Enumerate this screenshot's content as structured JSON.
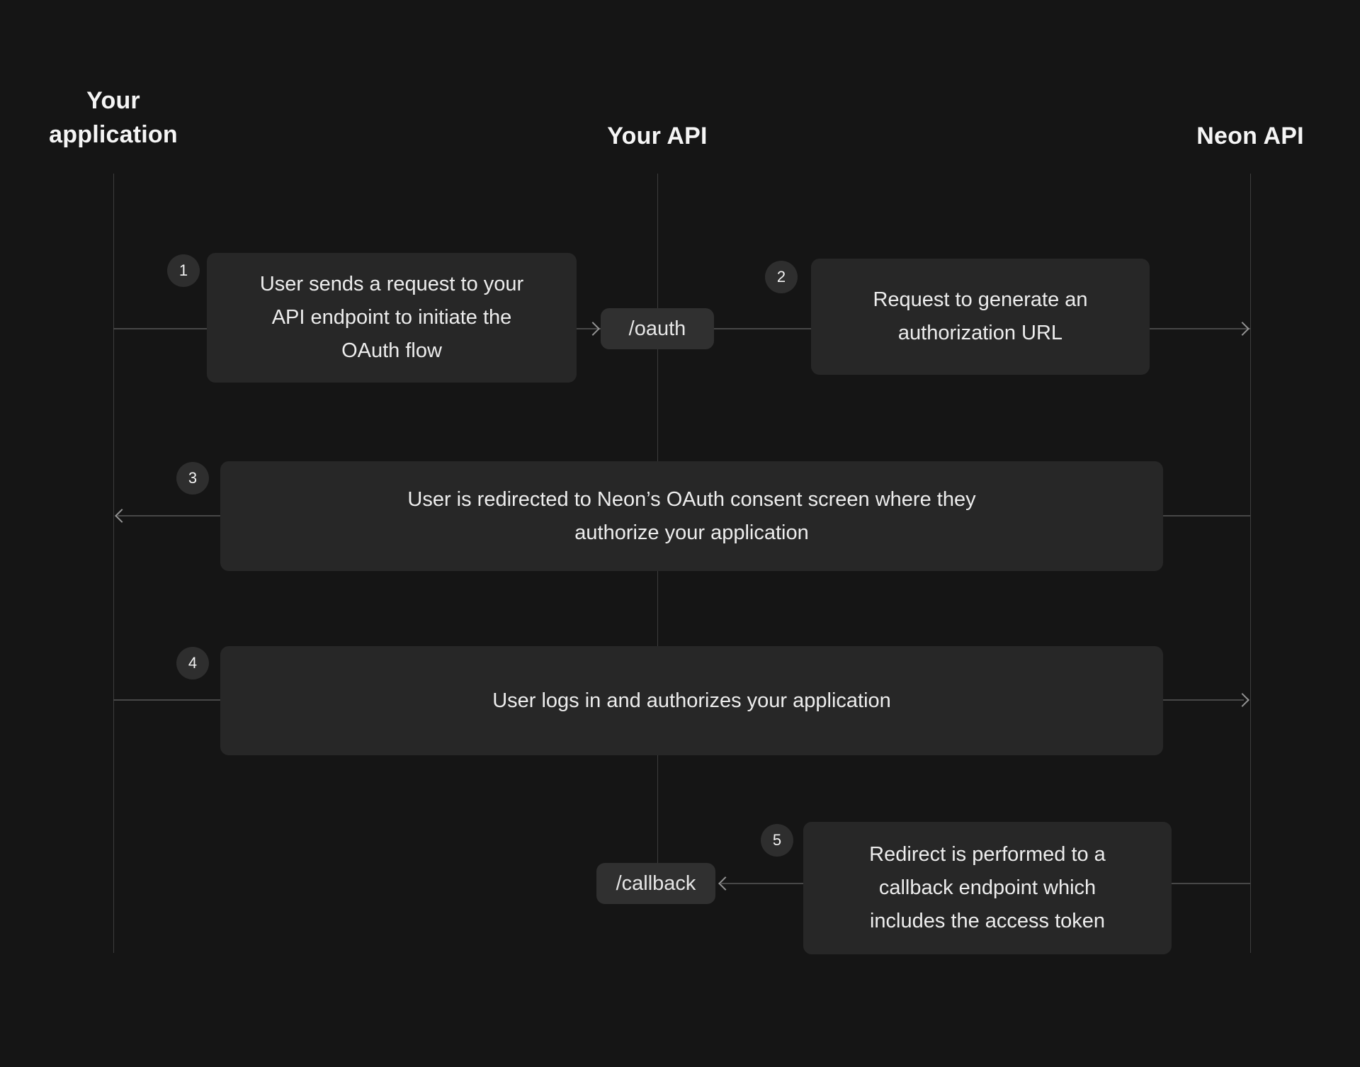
{
  "diagram": {
    "lanes": [
      {
        "label": "Your application"
      },
      {
        "label": "Your API"
      },
      {
        "label": "Neon API"
      }
    ],
    "endpoints": [
      {
        "label": "/oauth"
      },
      {
        "label": "/callback"
      }
    ],
    "steps": [
      {
        "number": "1",
        "text": "User sends a request to your API endpoint to initiate the OAuth flow"
      },
      {
        "number": "2",
        "text": "Request to generate an authorization URL"
      },
      {
        "number": "3",
        "text": "User is redirected to Neon’s OAuth consent screen where they authorize your application"
      },
      {
        "number": "4",
        "text": "User logs in and authorizes your application"
      },
      {
        "number": "5",
        "text": "Redirect is performed to a callback endpoint which includes the access token"
      }
    ],
    "colors": {
      "background": "#151515",
      "box": "#272727",
      "pill": "#303030",
      "badge": "#2e2e2e",
      "lifeline": "#3d3d3d",
      "arrow_line": "#474747",
      "arrowhead": "#949494",
      "text": "#ededed",
      "heading": "#f5f5f5"
    }
  }
}
